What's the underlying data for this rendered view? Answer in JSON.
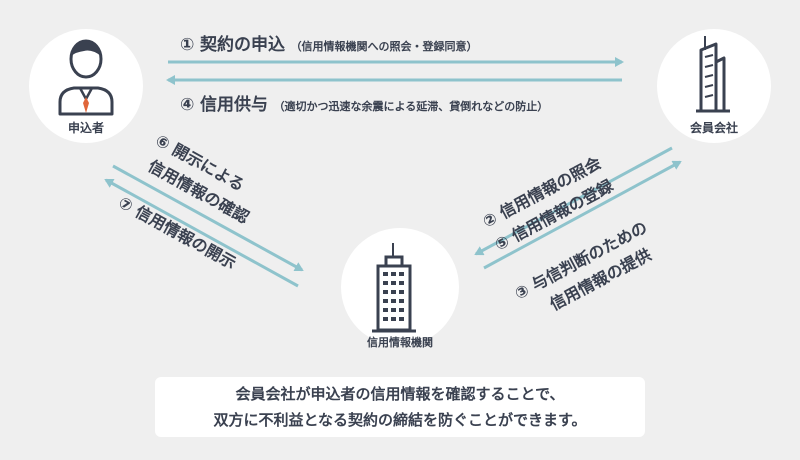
{
  "colors": {
    "arrow": "#8ec3cc",
    "ink": "#3a4150",
    "tie": "#e0663a",
    "circle": "#ffffff",
    "background": "#efefef"
  },
  "nodes": {
    "applicant": {
      "label": "申込者",
      "icon": "person-icon"
    },
    "member": {
      "label": "会員会社",
      "icon": "office-building-icon"
    },
    "agency": {
      "label": "信用情報機関",
      "icon": "office-building-icon"
    }
  },
  "flows": {
    "f1": {
      "num": "①",
      "main": "契約の申込",
      "sub": "（信用情報機関への照会・登録同意）"
    },
    "f4": {
      "num": "④",
      "main": "信用供与",
      "sub": "（適切かつ迅速な余震による延滞、貸倒れなどの防止）"
    },
    "f6": {
      "line1": "⑥ 開示による",
      "line2": "信用情報の確認"
    },
    "f7": {
      "line1": "⑦ 信用情報の開示"
    },
    "f25": {
      "line1": "② 信用情報の照会",
      "line2": "⑤ 信用情報の登録"
    },
    "f3": {
      "line1": "③ 与信判断のための",
      "line2": "信用情報の提供"
    }
  },
  "summary": {
    "line1": "会員会社が申込者の信用情報を確認することで、",
    "line2": "双方に不利益となる契約の締結を防ぐことができます。"
  }
}
